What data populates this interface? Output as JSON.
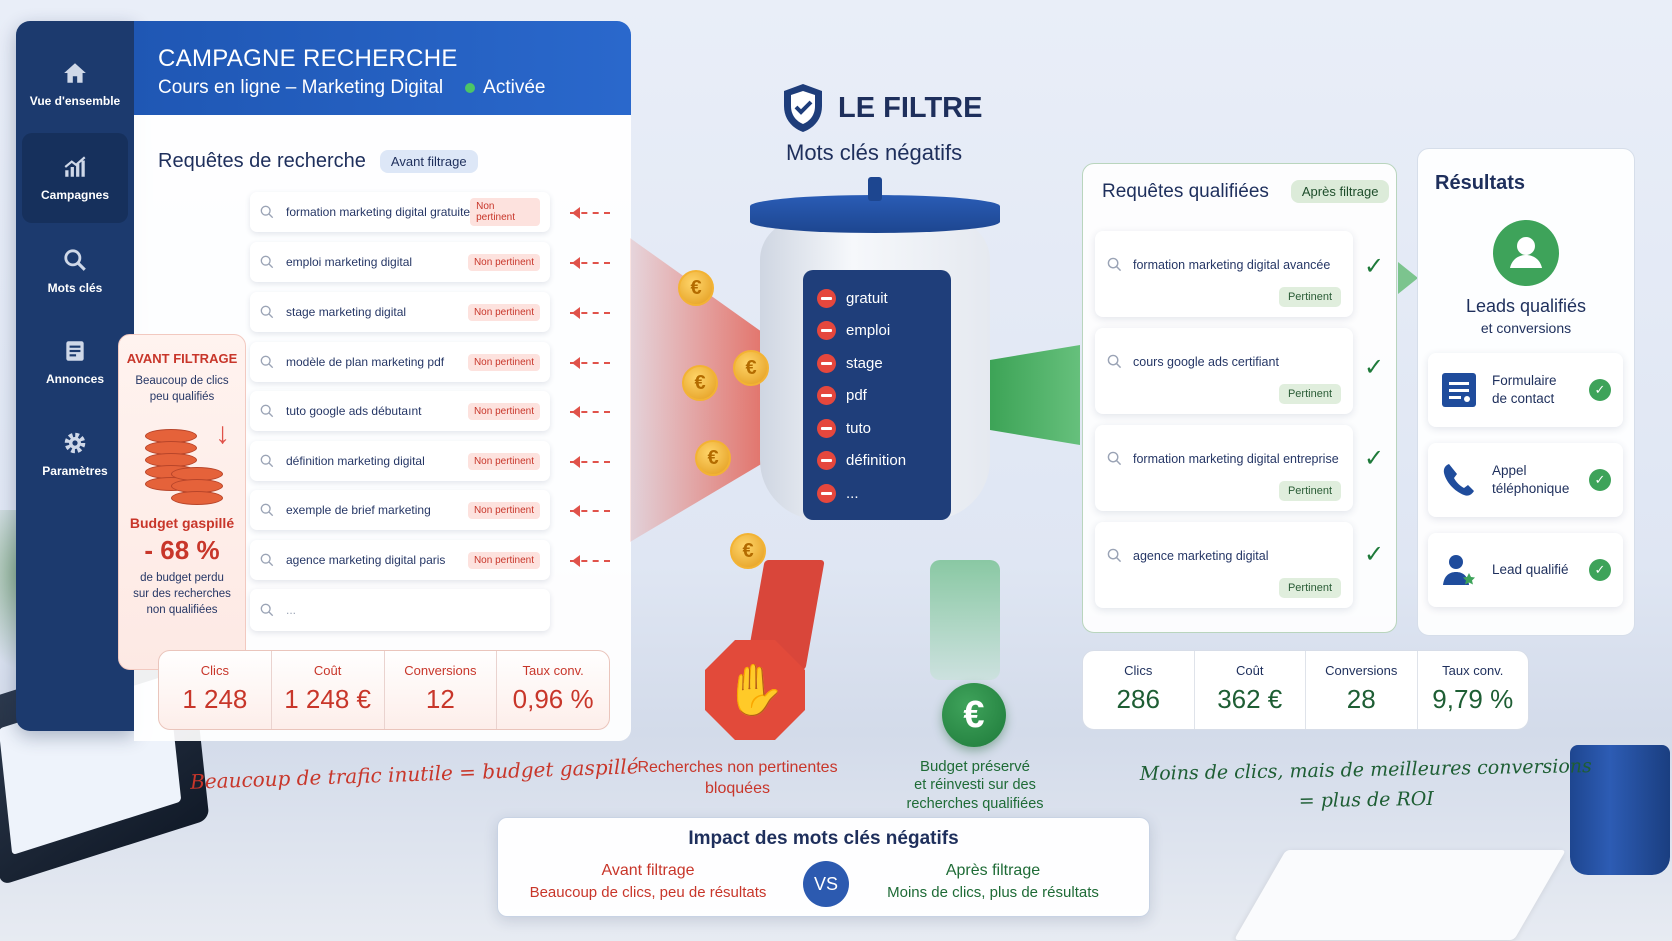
{
  "sidebar": {
    "items": [
      {
        "label": "Vue d'ensemble",
        "icon": "home-icon",
        "active": false
      },
      {
        "label": "Campagnes",
        "icon": "chart-icon",
        "active": true
      },
      {
        "label": "Mots clés",
        "icon": "search-icon",
        "active": false
      },
      {
        "label": "Annonces",
        "icon": "document-icon",
        "active": false
      },
      {
        "label": "Paramètres",
        "icon": "gear-icon",
        "active": false
      }
    ]
  },
  "header": {
    "title": "CAMPAGNE RECHERCHE",
    "subtitle": "Cours en ligne – Marketing Digital",
    "status": "Activée"
  },
  "before": {
    "title": "Requêtes de recherche",
    "chip": "Avant filtrage",
    "queries": [
      {
        "text": "formation marketing digital gratuite",
        "badge": "Non pertinent"
      },
      {
        "text": "emploi marketing digital",
        "badge": "Non pertinent"
      },
      {
        "text": "stage marketing digital",
        "badge": "Non pertinent"
      },
      {
        "text": "modèle de plan marketing pdf",
        "badge": "Non pertinent"
      },
      {
        "text": "tuto google ads débutaınt",
        "badge": "Non pertinent"
      },
      {
        "text": "définition marketing digital",
        "badge": "Non pertinent"
      },
      {
        "text": "exemple de brief marketing",
        "badge": "Non pertinent"
      },
      {
        "text": "agence marketing digital paris",
        "badge": "Non pertinent"
      },
      {
        "text": "..."
      }
    ],
    "callout": {
      "heading": "AVANT FILTRAGE",
      "line1": "Beaucoup de clics",
      "line2": "peu qualifiés",
      "budget_label": "Budget gaspillé",
      "percent": "- 68 %",
      "desc1": "de budget perdu",
      "desc2": "sur des recherches",
      "desc3": "non qualifiées"
    },
    "stats": [
      {
        "label": "Clics",
        "value": "1 248"
      },
      {
        "label": "Coût",
        "value": "1 248 €"
      },
      {
        "label": "Conversions",
        "value": "12"
      },
      {
        "label": "Taux conv.",
        "value": "0,96 %"
      }
    ],
    "note": "Beaucoup de trafic inutile = budget gaspillé"
  },
  "filter": {
    "title": "LE FILTRE",
    "subtitle": "Mots clés négatifs",
    "keywords": [
      "gratuit",
      "emploi",
      "stage",
      "pdf",
      "tuto",
      "définition",
      "..."
    ],
    "blocked_caption": [
      "Recherches non pertinentes",
      "bloquées"
    ],
    "preserved_caption": [
      "Budget préservé",
      "et réinvesti sur des",
      "recherches qualifiées"
    ],
    "coin_symbol": "€"
  },
  "after": {
    "title": "Requêtes qualifiées",
    "chip": "Après filtrage",
    "queries": [
      {
        "text": "formation marketing digital avancée",
        "badge": "Pertinent"
      },
      {
        "text": "cours google ads certifiant",
        "badge": "Pertinent"
      },
      {
        "text": "formation marketing digital entreprise",
        "badge": "Pertinent"
      },
      {
        "text": "agence marketing digital",
        "badge": "Pertinent"
      }
    ],
    "stats": [
      {
        "label": "Clics",
        "value": "286"
      },
      {
        "label": "Coût",
        "value": "362 €"
      },
      {
        "label": "Conversions",
        "value": "28"
      },
      {
        "label": "Taux conv.",
        "value": "9,79 %"
      }
    ],
    "note1": "Moins de clics, mais de meilleures conversions",
    "note2": "= plus de ROI"
  },
  "results": {
    "title": "Résultats",
    "lead_title": "Leads qualifiés",
    "lead_sub": "et conversions",
    "items": [
      {
        "label1": "Formulaire",
        "label2": "de contact",
        "icon": "form-icon"
      },
      {
        "label1": "Appel",
        "label2": "téléphonique",
        "icon": "phone-icon"
      },
      {
        "label1": "Lead qualifié",
        "label2": "",
        "icon": "user-star-icon"
      }
    ]
  },
  "impact": {
    "title": "Impact des mots clés négatifs",
    "before_label": "Avant filtrage",
    "before_desc": "Beaucoup de clics, peu de résultats",
    "vs": "VS",
    "after_label": "Après filtrage",
    "after_desc": "Moins de clics, plus de résultats"
  },
  "colors": {
    "navy": "#1c3a6e",
    "header_blue": "#1f57b4",
    "red": "#c8362a",
    "green": "#1e7a3a",
    "status_green": "#4cc566"
  }
}
